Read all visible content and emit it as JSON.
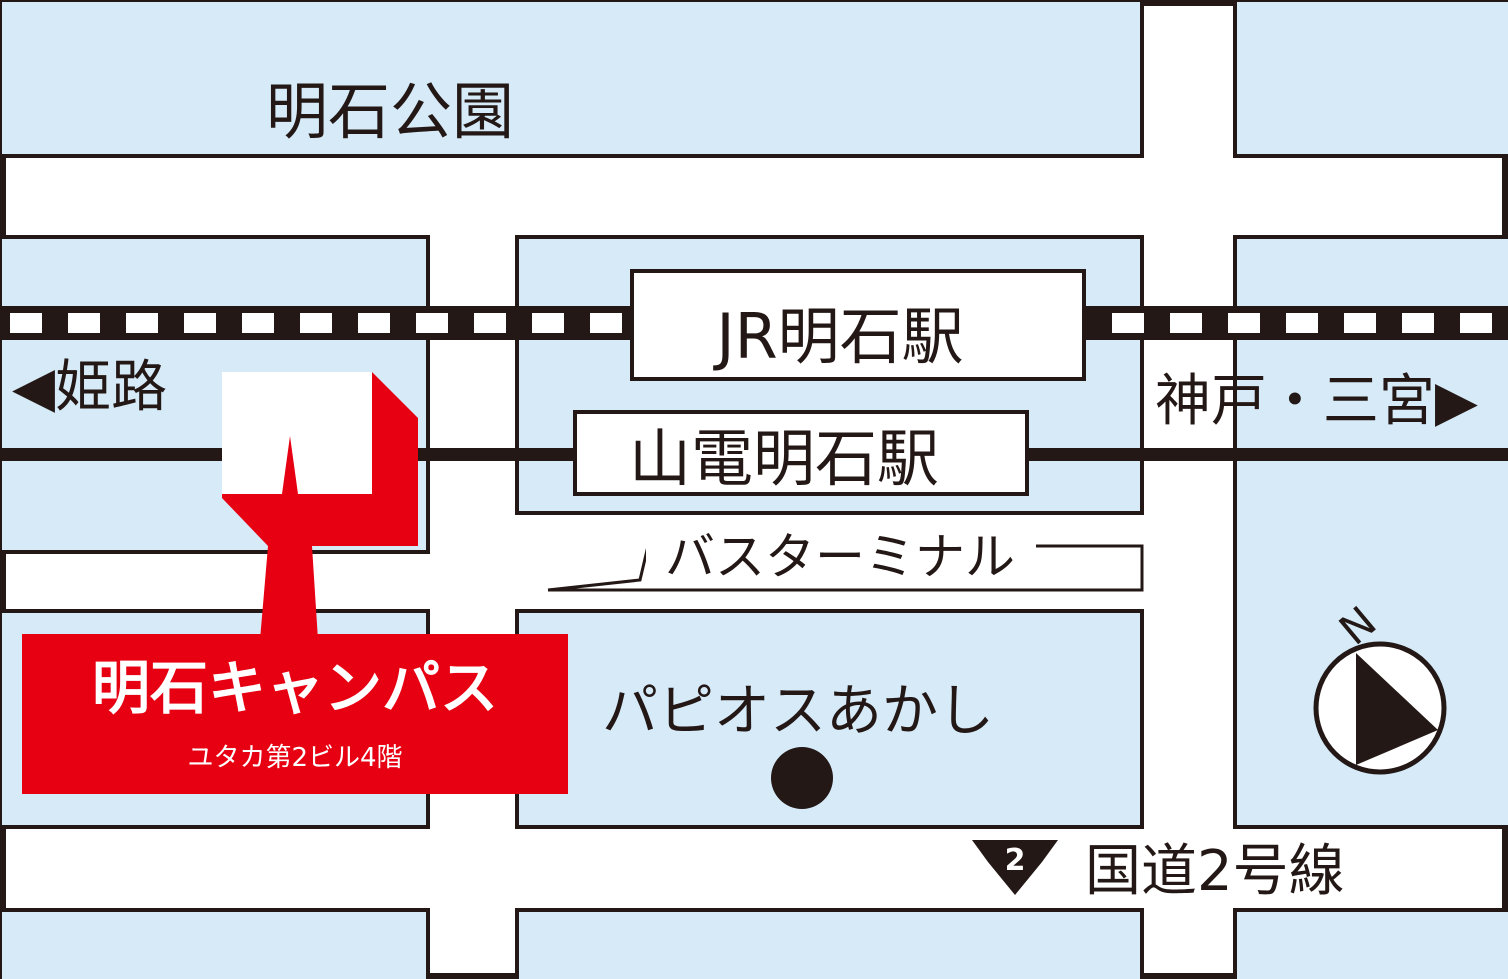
{
  "colors": {
    "block_fill": "#d6eaf8",
    "outline": "#231815",
    "road": "#ffffff",
    "accent_red": "#e60012"
  },
  "landmarks": {
    "park": "明石公園",
    "jr_station": "JR明石駅",
    "sanden_station": "山電明石駅",
    "bus_terminal": "バスターミナル",
    "mall": "パピオスあかし",
    "route_number": "2",
    "route_name": "国道2号線"
  },
  "directions": {
    "west": "◀姫路",
    "east": "神戸・三宮▶",
    "north": "N"
  },
  "campus": {
    "name": "明石キャンパス",
    "building": "ユタカ第2ビル4階"
  },
  "icons": {
    "pin": "location-pin-icon",
    "compass": "compass-north-icon",
    "route_shield": "route-shield-icon",
    "mall_marker": "dot-marker-icon"
  }
}
